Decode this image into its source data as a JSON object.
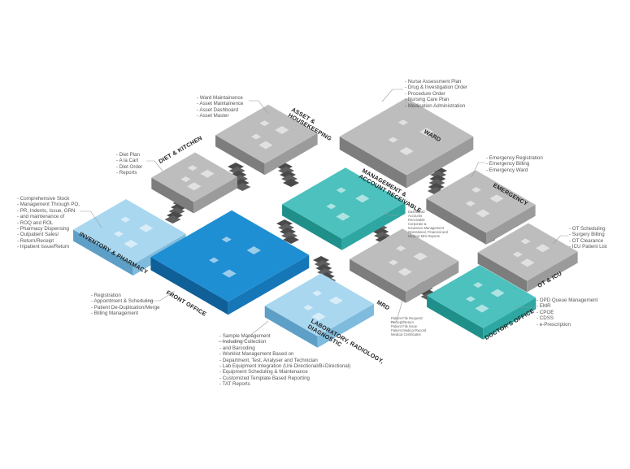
{
  "palette": {
    "grey_top": "#bdbdbd",
    "grey_left": "#7d7d7d",
    "grey_right": "#9b9b9b",
    "teal_top": "#4cc1be",
    "teal_left": "#1f8f8a",
    "teal_right": "#2ea7a2",
    "blue_top": "#1f8fd4",
    "blue_left": "#0f5f98",
    "blue_right": "#1677b8",
    "lightblue_top": "#a9d7ef",
    "lightblue_left": "#5d9fc6",
    "lightblue_right": "#7fbbdc"
  },
  "modules": {
    "diet_kitchen": {
      "title": [
        "DIET & KITCHEN"
      ],
      "features": [
        "Diet Plan",
        "A la Cart",
        "Diet Order",
        "Reports"
      ]
    },
    "asset_housekeeping": {
      "title": [
        "ASSET &",
        "HOUSEKEEPING"
      ],
      "features": [
        "Ward Maintainence",
        "Asset Maintainence",
        "Asset Dashboard",
        "Asset Master"
      ]
    },
    "ward": {
      "title": [
        "WARD"
      ],
      "features": [
        "Nurse Assessment Plan",
        "Drug & Investigation Order",
        "Procedure Order",
        "Nursing Care Plan",
        "Medication Administration"
      ]
    },
    "management": {
      "title": [
        "MANAGEMENT &",
        "ACCOUNT RECEIVABLE"
      ],
      "features": [
        "Dashboard",
        "Accounts",
        "Receivable",
        "Corporate &",
        "Insurance Management",
        "Operational, Financial and",
        "Medical MIS Reports"
      ]
    },
    "emergency": {
      "title": [
        "EMERGENCY"
      ],
      "features": [
        "Emergency Registration",
        "Emergency Billing",
        "Emergency Ward"
      ]
    },
    "inventory_pharmacy": {
      "title": [
        "INVENTORY & PHARMACY"
      ],
      "features": [
        "Comprehensive Stock",
        "Management Through PO,",
        "PR, Indents, Issue, GRN",
        "and maintenance of",
        "ROQ and ROL",
        "Pharmacy Dispensing",
        "Outpatient Sales/",
        "Return/Receipt",
        "Inpatient Issue/Return"
      ]
    },
    "front_office": {
      "title": [
        "FRONT OFFICE"
      ],
      "features": [
        "Registration",
        "Appointment & Scheduling",
        "Patient De-Duplication/Merge",
        "Billing Management"
      ]
    },
    "mrd": {
      "title": [
        "MRD"
      ],
      "features": [
        "Patient File Request/",
        "Reciept/Return",
        "Patient File Issue",
        "Patient Medical Record",
        "Medical Certificates"
      ]
    },
    "ot_icu": {
      "title": [
        "OT & ICU"
      ],
      "features": [
        "OT Scheduling",
        "Surgery Billing",
        "OT Clearance",
        "ICU Patient List"
      ]
    },
    "doctors_office": {
      "title": [
        "DOCTOR'S OFFICE"
      ],
      "features": [
        "OPD Queue Management",
        "EMR",
        "CPOE",
        "CDSS",
        "e-Prescription"
      ]
    },
    "laboratory": {
      "title": [
        "LABORATORY, RADIOLOGY,",
        "DIAGNOSTIC"
      ],
      "features": [
        "Sample Management",
        "Including Collection",
        "and Barcoding",
        "Worklist Management Based on",
        "Department, Test, Analyser and Technician",
        "Lab Equipment Integration (Uni-Directional/Bi-Directional)",
        "Equipment Scheduling & Maintenance",
        "Customized Template Based Reporting",
        "TAT Reports"
      ]
    }
  }
}
